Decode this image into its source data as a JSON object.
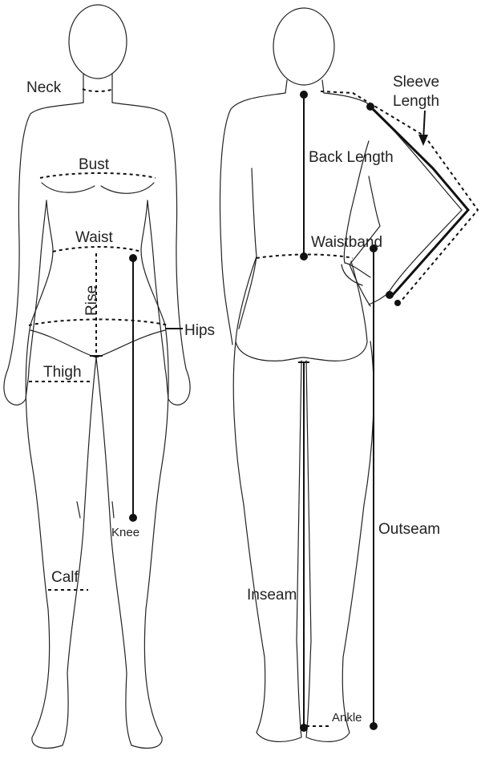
{
  "labels": {
    "neck": "Neck",
    "bust": "Bust",
    "waist": "Waist",
    "rise": "Rise",
    "hips": "Hips",
    "thigh": "Thigh",
    "knee": "Knee",
    "calf": "Calf",
    "sleeve_length_line1": "Sleeve",
    "sleeve_length_line2": "Length",
    "back_length": "Back Length",
    "waistband": "Waistband",
    "outseam": "Outseam",
    "inseam": "Inseam",
    "ankle": "Ankle"
  },
  "colors": {
    "line": "#111111",
    "background": "#ffffff"
  }
}
